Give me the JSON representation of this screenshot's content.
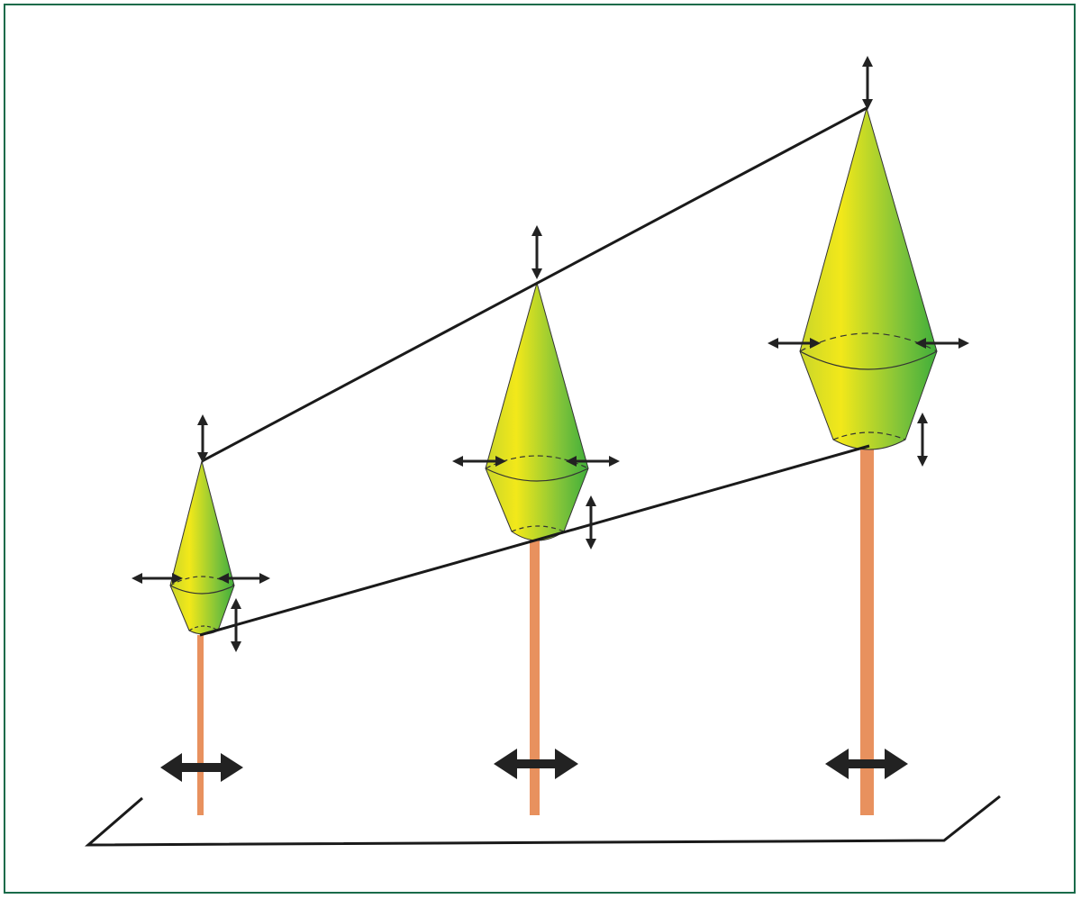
{
  "figure": {
    "description_visible_text": "",
    "colors": {
      "frame": "#1a6b4a",
      "crown_light": "#f2e81a",
      "crown_dark": "#3fae3a",
      "stem": "#e8915e",
      "lines": "#1a1a1a",
      "arrows": "#222222"
    },
    "trees": [
      {
        "id": "small",
        "icons": [
          "double-arrow-vertical-icon",
          "double-arrow-horizontal-icon",
          "double-arrow-horizontal-icon",
          "double-arrow-vertical-icon",
          "double-arrow-horizontal-icon"
        ]
      },
      {
        "id": "medium",
        "icons": [
          "double-arrow-vertical-icon",
          "double-arrow-horizontal-icon",
          "double-arrow-horizontal-icon",
          "double-arrow-vertical-icon",
          "double-arrow-horizontal-icon"
        ]
      },
      {
        "id": "large",
        "icons": [
          "double-arrow-vertical-icon",
          "double-arrow-horizontal-icon",
          "double-arrow-horizontal-icon",
          "double-arrow-vertical-icon",
          "double-arrow-horizontal-icon"
        ]
      }
    ]
  }
}
